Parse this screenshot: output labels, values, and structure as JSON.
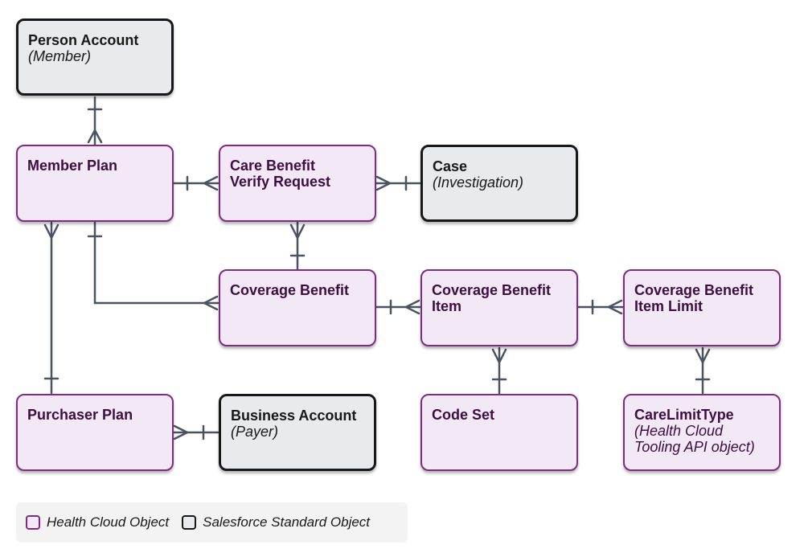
{
  "entities": {
    "person_account": {
      "title": "Person Account",
      "subtitle": "(Member)"
    },
    "member_plan": {
      "title": "Member Plan"
    },
    "care_benefit_verify_request": {
      "title": "Care Benefit\nVerify Request"
    },
    "case": {
      "title": "Case",
      "subtitle": "(Investigation)"
    },
    "coverage_benefit": {
      "title": "Coverage Benefit"
    },
    "coverage_benefit_item": {
      "title": "Coverage Benefit\nItem"
    },
    "coverage_benefit_item_limit": {
      "title": "Coverage Benefit\nItem Limit"
    },
    "purchaser_plan": {
      "title": "Purchaser Plan"
    },
    "business_account": {
      "title": "Business Account",
      "subtitle": "(Payer)"
    },
    "code_set": {
      "title": "Code Set"
    },
    "care_limit_type": {
      "title": "CareLimitType",
      "subtitle": "(Health Cloud\nTooling API object)"
    }
  },
  "legend": {
    "health_cloud": "Health Cloud Object",
    "salesforce_standard": "Salesforce Standard Object"
  },
  "colors": {
    "health_cloud_fill": "#f3e8f5",
    "health_cloud_border": "#7e2c82",
    "standard_fill": "#e8eaed",
    "standard_border": "#181818",
    "connector": "#4a5360"
  }
}
